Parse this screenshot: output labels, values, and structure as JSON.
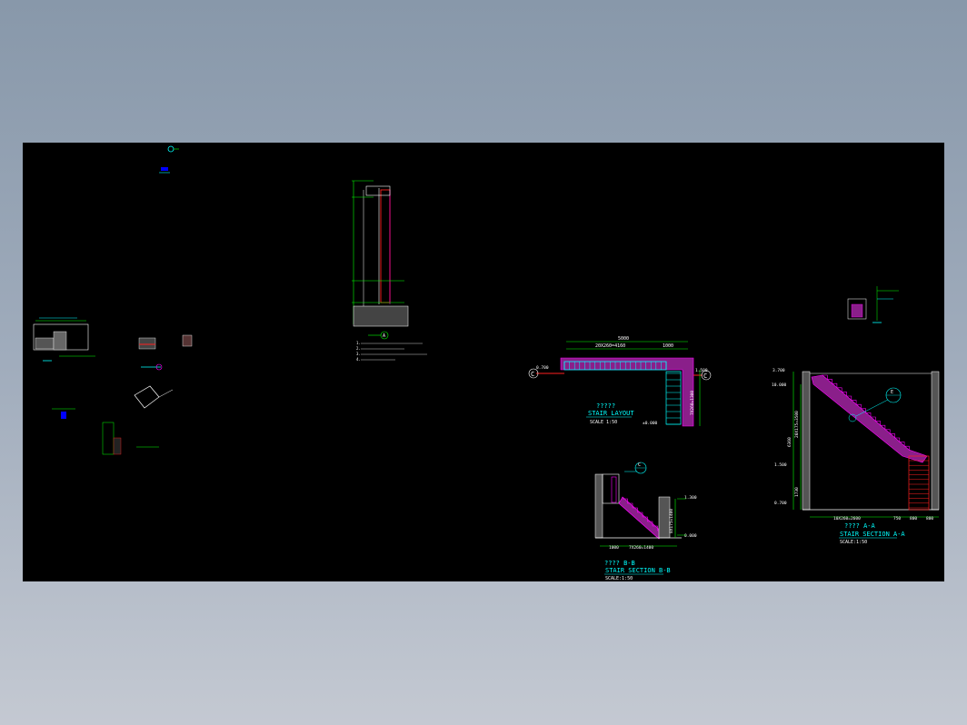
{
  "colors": {
    "background": "#000000",
    "frame": "#ffffff",
    "dimension": "#00ff00",
    "title": "#00ffff",
    "hatch": "#ff00ff",
    "wall": "#ff2020",
    "accent": "#0000ff"
  },
  "stair_layout": {
    "title": "?????",
    "subtitle": "STAIR LAYOUT",
    "scale": "SCALE 1:50",
    "dim_total": "5000",
    "dim_run": "20X260=4160",
    "dim_land": "1000",
    "dim_side": "7X260=1300",
    "level_left": "0.700",
    "level_right": "1.500",
    "level_bottom": "±0.000",
    "section_mark": "C"
  },
  "section_bb": {
    "title": "???? B-B",
    "subtitle": "STAIR SECTION B-B",
    "scale": "SCALE:1:50",
    "dim_land": "1000",
    "dim_run": "7X260=1400",
    "dim_rise": "8X175=1400",
    "level_top": "1.300",
    "level_bottom": "0.000",
    "detail_mark": "C"
  },
  "section_aa": {
    "title": "???? A-A",
    "subtitle": "STAIR SECTION A-A",
    "scale": "SCALE:1:50",
    "dim_run": "10X260=2600",
    "dim_a": "750",
    "dim_b": "800",
    "dim_c": "800",
    "dim_rise": "20X175=3500",
    "dim_left": "6360",
    "dim_lower": "1730",
    "level_top": "3.700",
    "level_2": "10.000",
    "level_3": "1.500",
    "level_bottom": "0.700",
    "detail_mark": "E"
  },
  "wall_detail": {
    "label": "A",
    "notes": [
      "1.",
      "2.",
      "3.",
      "4."
    ]
  }
}
